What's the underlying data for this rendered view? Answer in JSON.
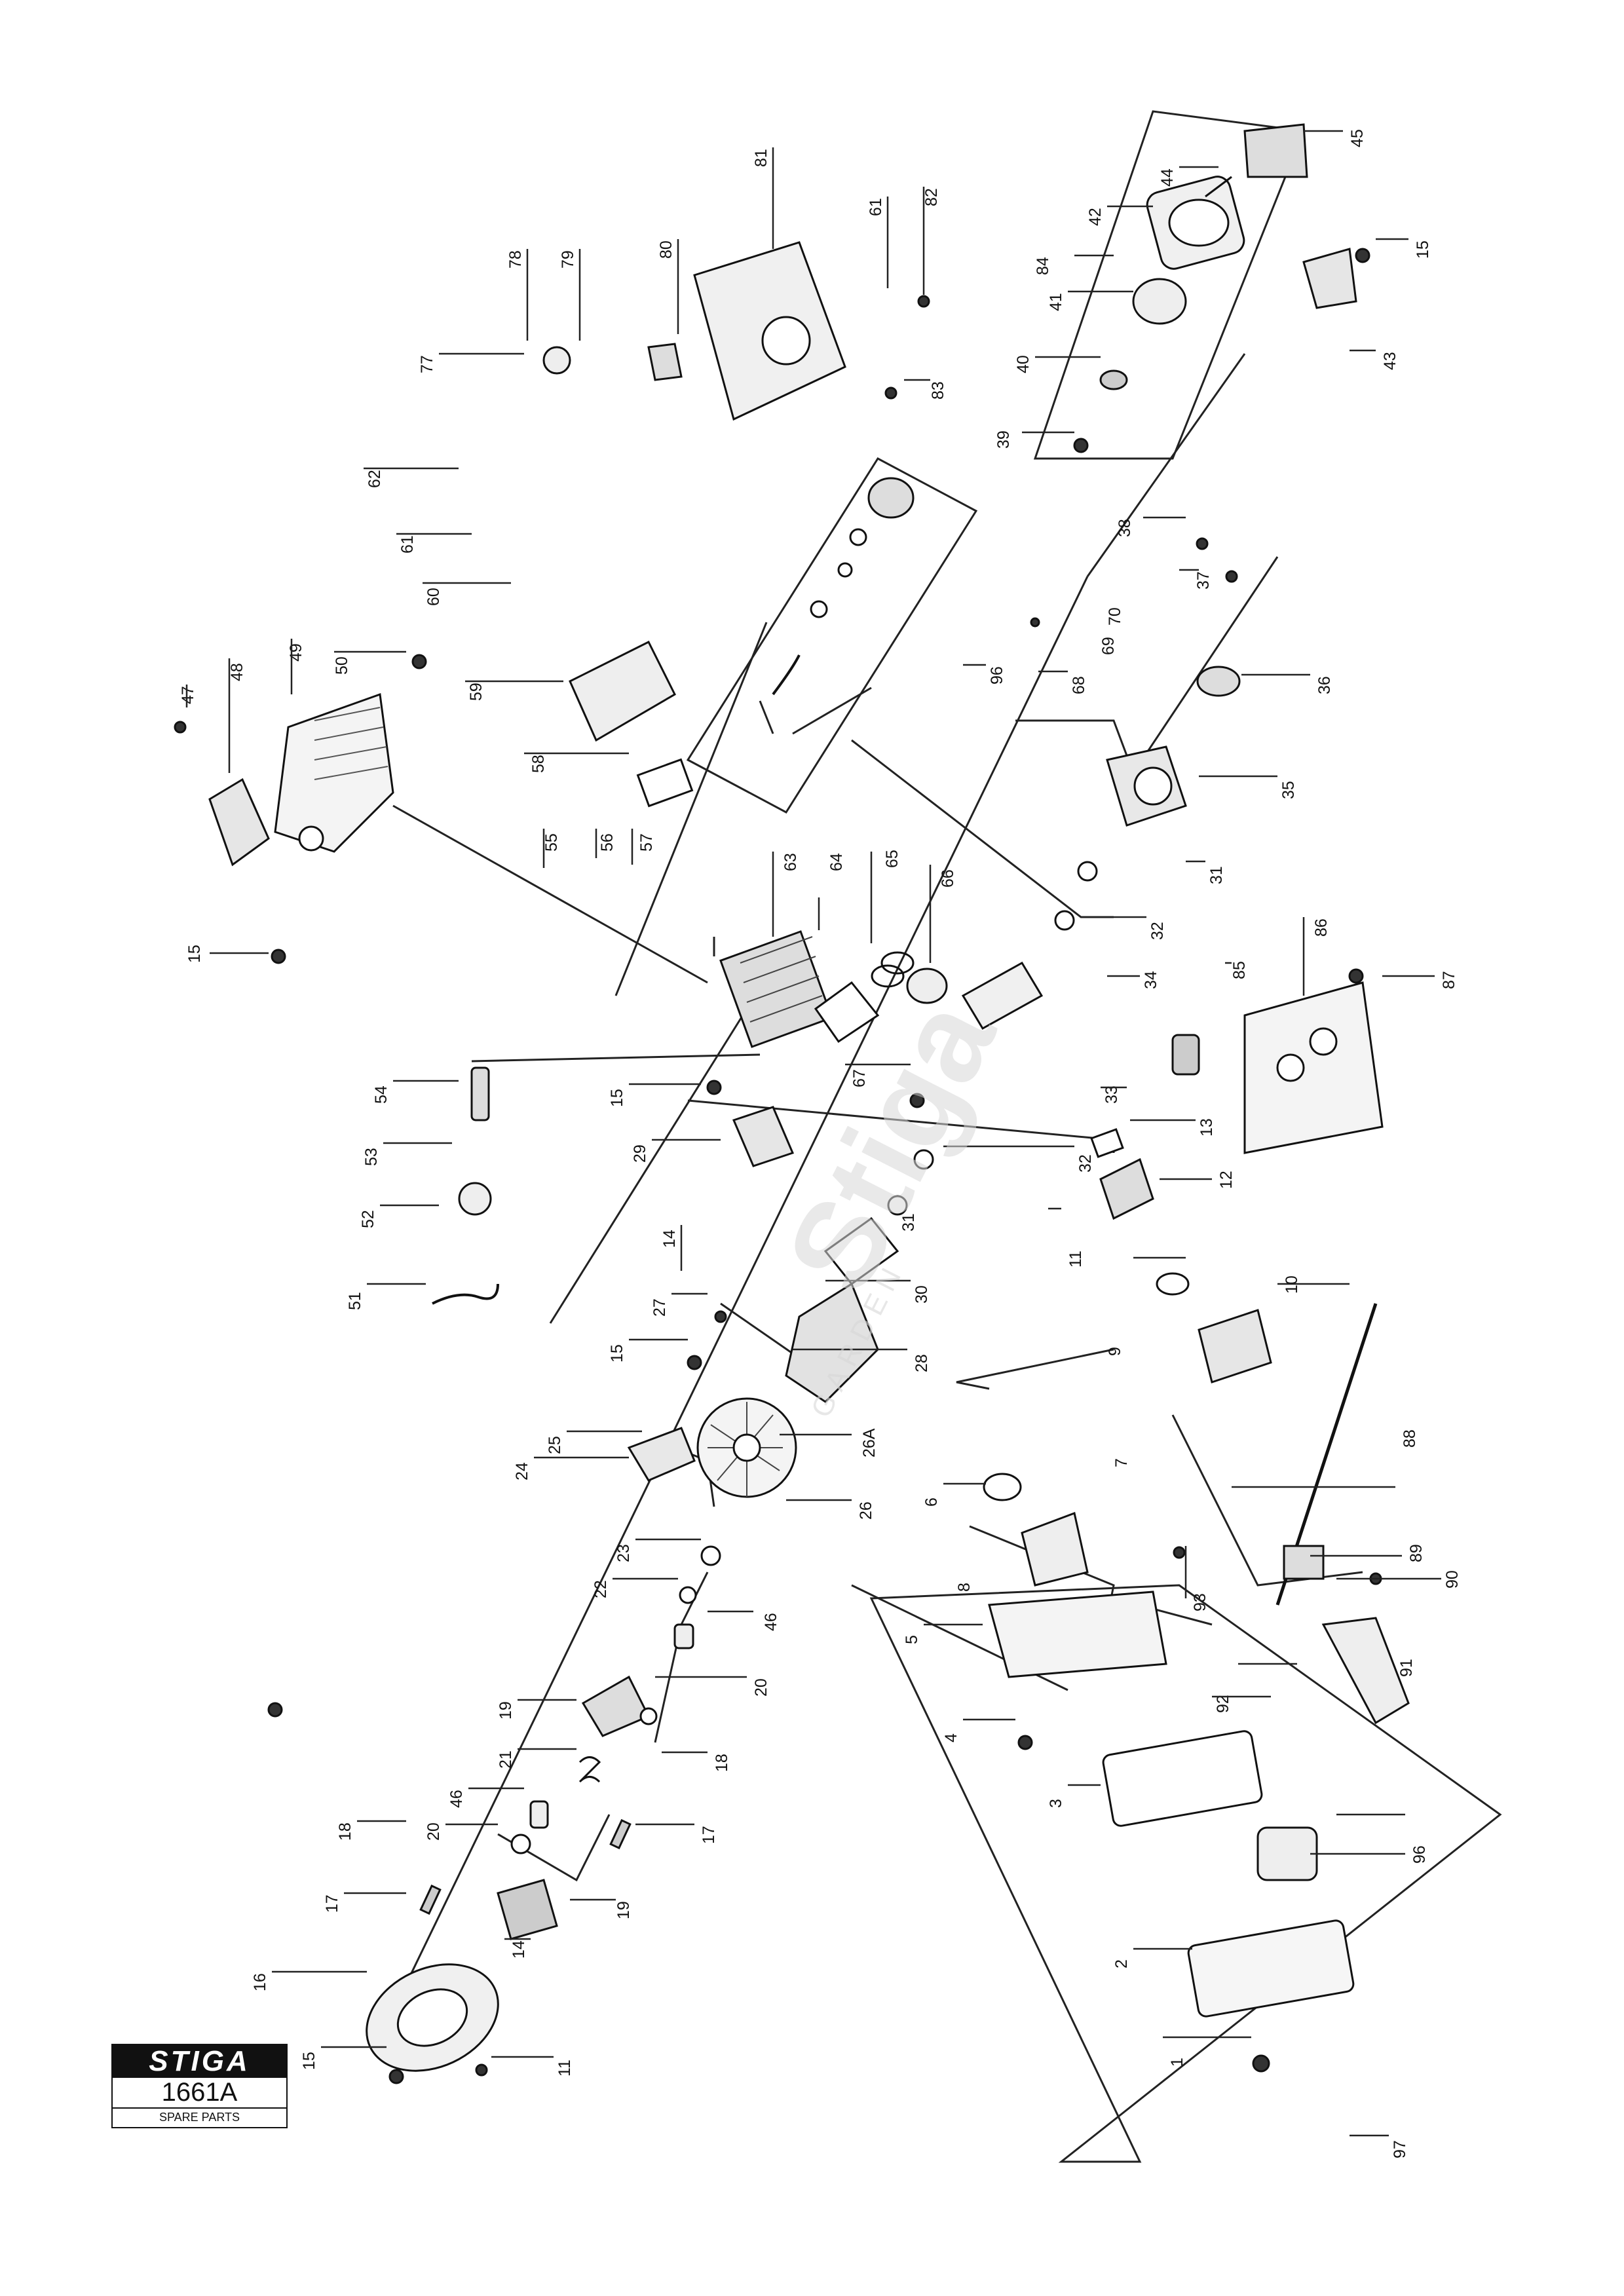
{
  "brand": {
    "logo_text": "STIGA",
    "model": "1661A",
    "subtitle": "SPARE PARTS"
  },
  "watermark": {
    "text": "Stiga",
    "sub": "GARDEN"
  },
  "part_labels": {
    "p1": "1",
    "p2": "2",
    "p3": "3",
    "p4": "4",
    "p5": "5",
    "p6": "6",
    "p7": "7",
    "p8": "8",
    "p9": "9",
    "p10": "10",
    "p11a": "11",
    "p11b": "11",
    "p12": "12",
    "p13": "13",
    "p14a": "14",
    "p14b": "14",
    "p15a": "15",
    "p15b": "15",
    "p15c": "15",
    "p15d": "15",
    "p15e": "15",
    "p16": "16",
    "p17a": "17",
    "p17b": "17",
    "p18a": "18",
    "p18b": "18",
    "p19a": "19",
    "p19b": "19",
    "p20a": "20",
    "p20b": "20",
    "p21": "21",
    "p22": "22",
    "p23": "23",
    "p24": "24",
    "p25": "25",
    "p26": "26",
    "p26A": "26A",
    "p27": "27",
    "p28": "28",
    "p29": "29",
    "p30": "30",
    "p31a": "31",
    "p31b": "31",
    "p32a": "32",
    "p32b": "32",
    "p33": "33",
    "p34": "34",
    "p35": "35",
    "p36": "36",
    "p37": "37",
    "p38": "38",
    "p39": "39",
    "p40": "40",
    "p41": "41",
    "p42": "42",
    "p43": "43",
    "p44": "44",
    "p45": "45",
    "p46a": "46",
    "p46b": "46",
    "p47": "47",
    "p48": "48",
    "p49": "49",
    "p50": "50",
    "p51": "51",
    "p52": "52",
    "p53": "53",
    "p54": "54",
    "p55": "55",
    "p56": "56",
    "p57": "57",
    "p58": "58",
    "p59": "59",
    "p60": "60",
    "p61a": "61",
    "p61b": "61",
    "p62": "62",
    "p63": "63",
    "p64": "64",
    "p65": "65",
    "p66": "66",
    "p67": "67",
    "p68": "68",
    "p69": "69",
    "p70": "70",
    "p77": "77",
    "p78": "78",
    "p79": "79",
    "p80": "80",
    "p81": "81",
    "p82": "82",
    "p83": "83",
    "p84": "84",
    "p85": "85",
    "p86": "86",
    "p87": "87",
    "p88": "88",
    "p89": "89",
    "p90": "90",
    "p91": "91",
    "p92": "92",
    "p93": "93",
    "p96a": "96",
    "p96b": "96",
    "p97": "97"
  }
}
